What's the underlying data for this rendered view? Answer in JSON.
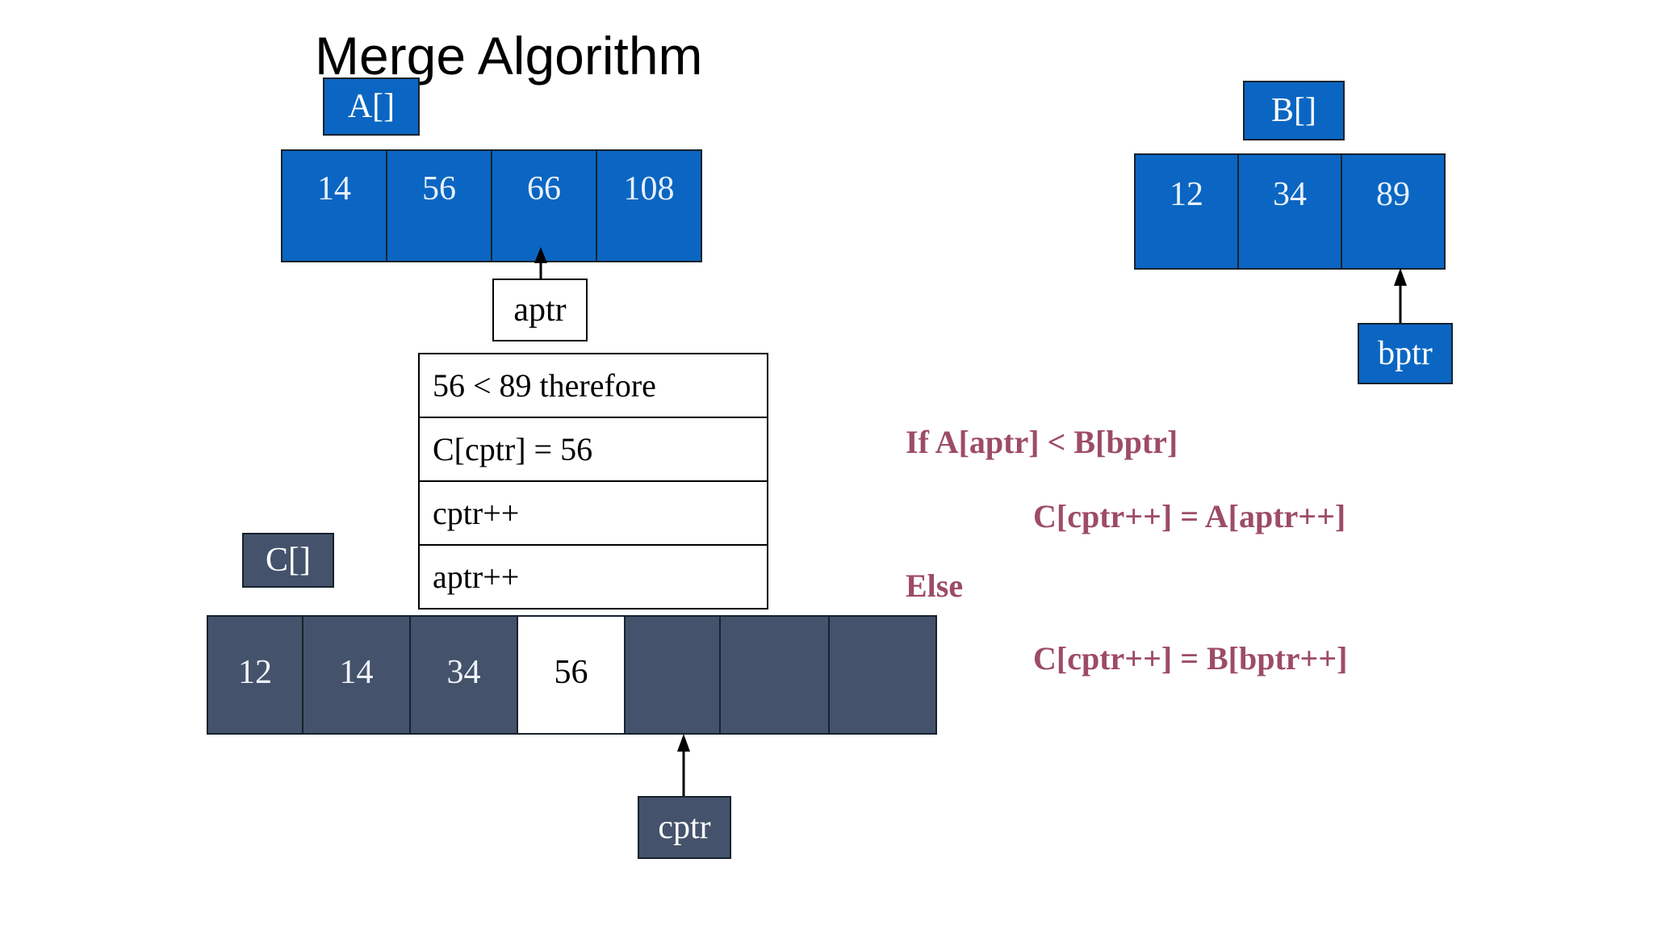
{
  "slide": {
    "title": "Merge Algorithm",
    "background_color": "#ffffff"
  },
  "colors": {
    "array_blue": "#0a66c2",
    "array_slate": "#44536b",
    "pseudocode_maroon": "#9d4b68",
    "border_dark": "#16222e",
    "text_light": "#ffffff",
    "text_dark": "#000000"
  },
  "arrays": {
    "a": {
      "label": "A[]",
      "values": [
        "14",
        "56",
        "66",
        "108"
      ],
      "pointer": {
        "name": "aptr",
        "index": 2,
        "style": "outline"
      }
    },
    "b": {
      "label": "B[]",
      "values": [
        "12",
        "34",
        "89"
      ],
      "pointer": {
        "name": "bptr",
        "index": 2,
        "style": "blue"
      }
    },
    "c": {
      "label": "C[]",
      "values": [
        "12",
        "14",
        "34",
        "56",
        "",
        "",
        ""
      ],
      "highlight_index": 3,
      "pointer": {
        "name": "cptr",
        "index": 4,
        "style": "slate"
      }
    }
  },
  "steps": {
    "rows": [
      "56 < 89 therefore",
      "C[cptr] = 56",
      "cptr++",
      "aptr++"
    ]
  },
  "pseudocode": {
    "lines": [
      "If A[aptr] < B[bptr]",
      "C[cptr++] = A[aptr++]",
      "Else",
      "C[cptr++] = B[bptr++]"
    ]
  }
}
